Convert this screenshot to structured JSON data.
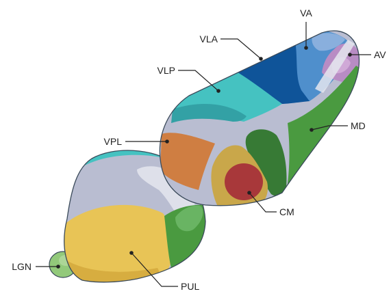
{
  "labels": {
    "va": "VA",
    "vla": "VLA",
    "av": "AV",
    "vlp": "VLP",
    "md": "MD",
    "vpl": "VPL",
    "cm": "CM",
    "lgn": "LGN",
    "pul": "PUL"
  },
  "colors": {
    "body": "#b9bdd1",
    "va": "#4f8fcc",
    "vla": "#0f5499",
    "av": "#b88cc4",
    "vlp": "#45c2c1",
    "md": "#4a9a40",
    "md_dark": "#377a35",
    "vpl": "#cf7e42",
    "cm_ring": "#c9a74a",
    "cm": "#a8383a",
    "pul": "#e8c456",
    "pul_shadow": "#d7ad40",
    "lgn": "#92c97a",
    "outline": "#3a4a5a"
  }
}
